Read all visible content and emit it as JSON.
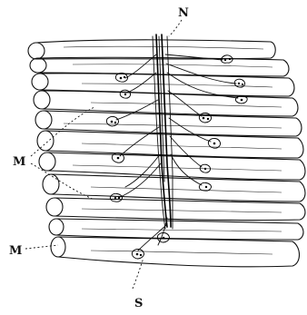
{
  "labels": {
    "nerve_top": "N",
    "muscle_upper": "M",
    "muscle_lower": "M",
    "nerve_bottom": "S"
  }
}
